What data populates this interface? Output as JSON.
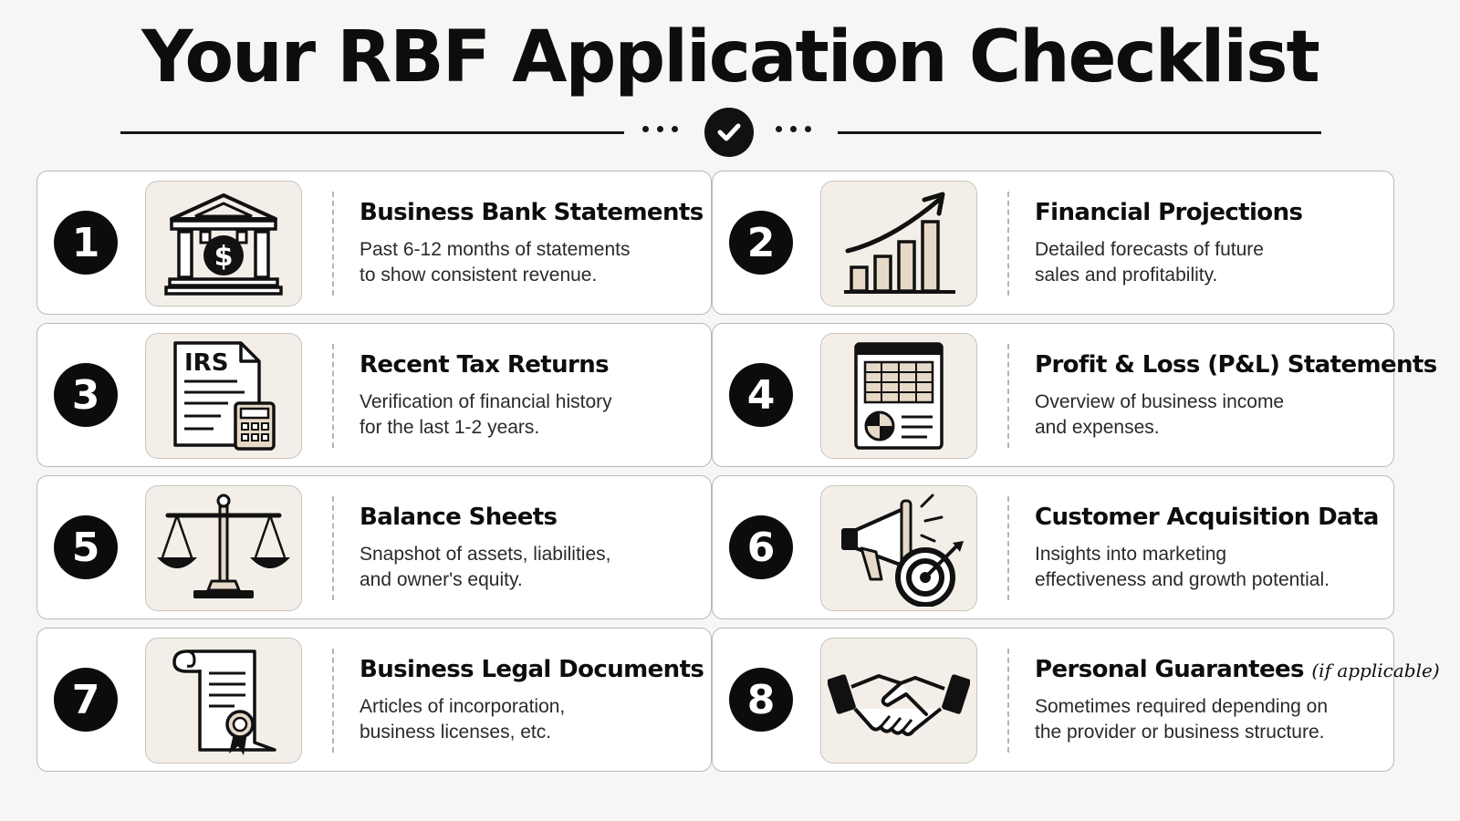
{
  "title": "Your RBF Application Checklist",
  "colors": {
    "ink": "#111111",
    "icon_bg": "#f3efe8",
    "accent_beige": "#e6d9c8",
    "card_bg": "#ffffff"
  },
  "items": [
    {
      "number": "1",
      "title": "Business Bank Statements",
      "desc_line1": "Past 6-12 months of statements",
      "desc_line2": "to show consistent revenue.",
      "icon": "bank-dollar-icon"
    },
    {
      "number": "2",
      "title": "Financial Projections",
      "desc_line1": "Detailed forecasts of future",
      "desc_line2": "sales and profitability.",
      "icon": "growth-chart-icon"
    },
    {
      "number": "3",
      "title": "Recent Tax Returns",
      "desc_line1": "Verification of financial history",
      "desc_line2": "for the last 1-2 years.",
      "icon": "tax-document-calculator-icon",
      "icon_text": "IRS"
    },
    {
      "number": "4",
      "title": "Profit & Loss (P&L) Statements",
      "desc_line1": "Overview of business income",
      "desc_line2": "and expenses.",
      "icon": "spreadsheet-report-icon"
    },
    {
      "number": "5",
      "title": "Balance Sheets",
      "desc_line1": "Snapshot of assets, liabilities,",
      "desc_line2": "and owner's equity.",
      "icon": "balance-scale-icon"
    },
    {
      "number": "6",
      "title": "Customer Acquisition Data",
      "desc_line1": "Insights into marketing",
      "desc_line2": "effectiveness and growth potential.",
      "icon": "megaphone-target-icon"
    },
    {
      "number": "7",
      "title": "Business Legal Documents",
      "desc_line1": "Articles of incorporation,",
      "desc_line2": "business licenses, etc.",
      "icon": "certificate-scroll-icon"
    },
    {
      "number": "8",
      "title": "Personal Guarantees",
      "title_note": "(if applicable)",
      "desc_line1": "Sometimes required depending on",
      "desc_line2": "the provider or business structure.",
      "icon": "handshake-icon"
    }
  ]
}
